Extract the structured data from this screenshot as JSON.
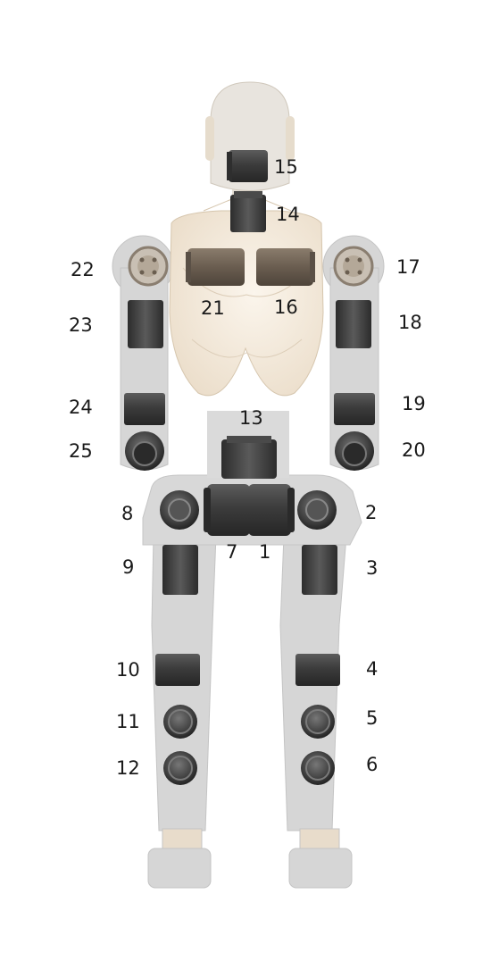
{
  "figure": {
    "colors": {
      "background": "#ffffff",
      "body_shell": "#d3d3d3",
      "torso_shell": "#efe5d6",
      "motor": "#3a3a3a",
      "motor_light": "#6b6b6b",
      "bronze_motor": "#6e6256"
    },
    "labels": {
      "j1": "1",
      "j2": "2",
      "j3": "3",
      "j4": "4",
      "j5": "5",
      "j6": "6",
      "j7": "7",
      "j8": "8",
      "j9": "9",
      "j10": "10",
      "j11": "11",
      "j12": "12",
      "j13": "13",
      "j14": "14",
      "j15": "15",
      "j16": "16",
      "j17": "17",
      "j18": "18",
      "j19": "19",
      "j20": "20",
      "j21": "21",
      "j22": "22",
      "j23": "23",
      "j24": "24",
      "j25": "25"
    }
  }
}
